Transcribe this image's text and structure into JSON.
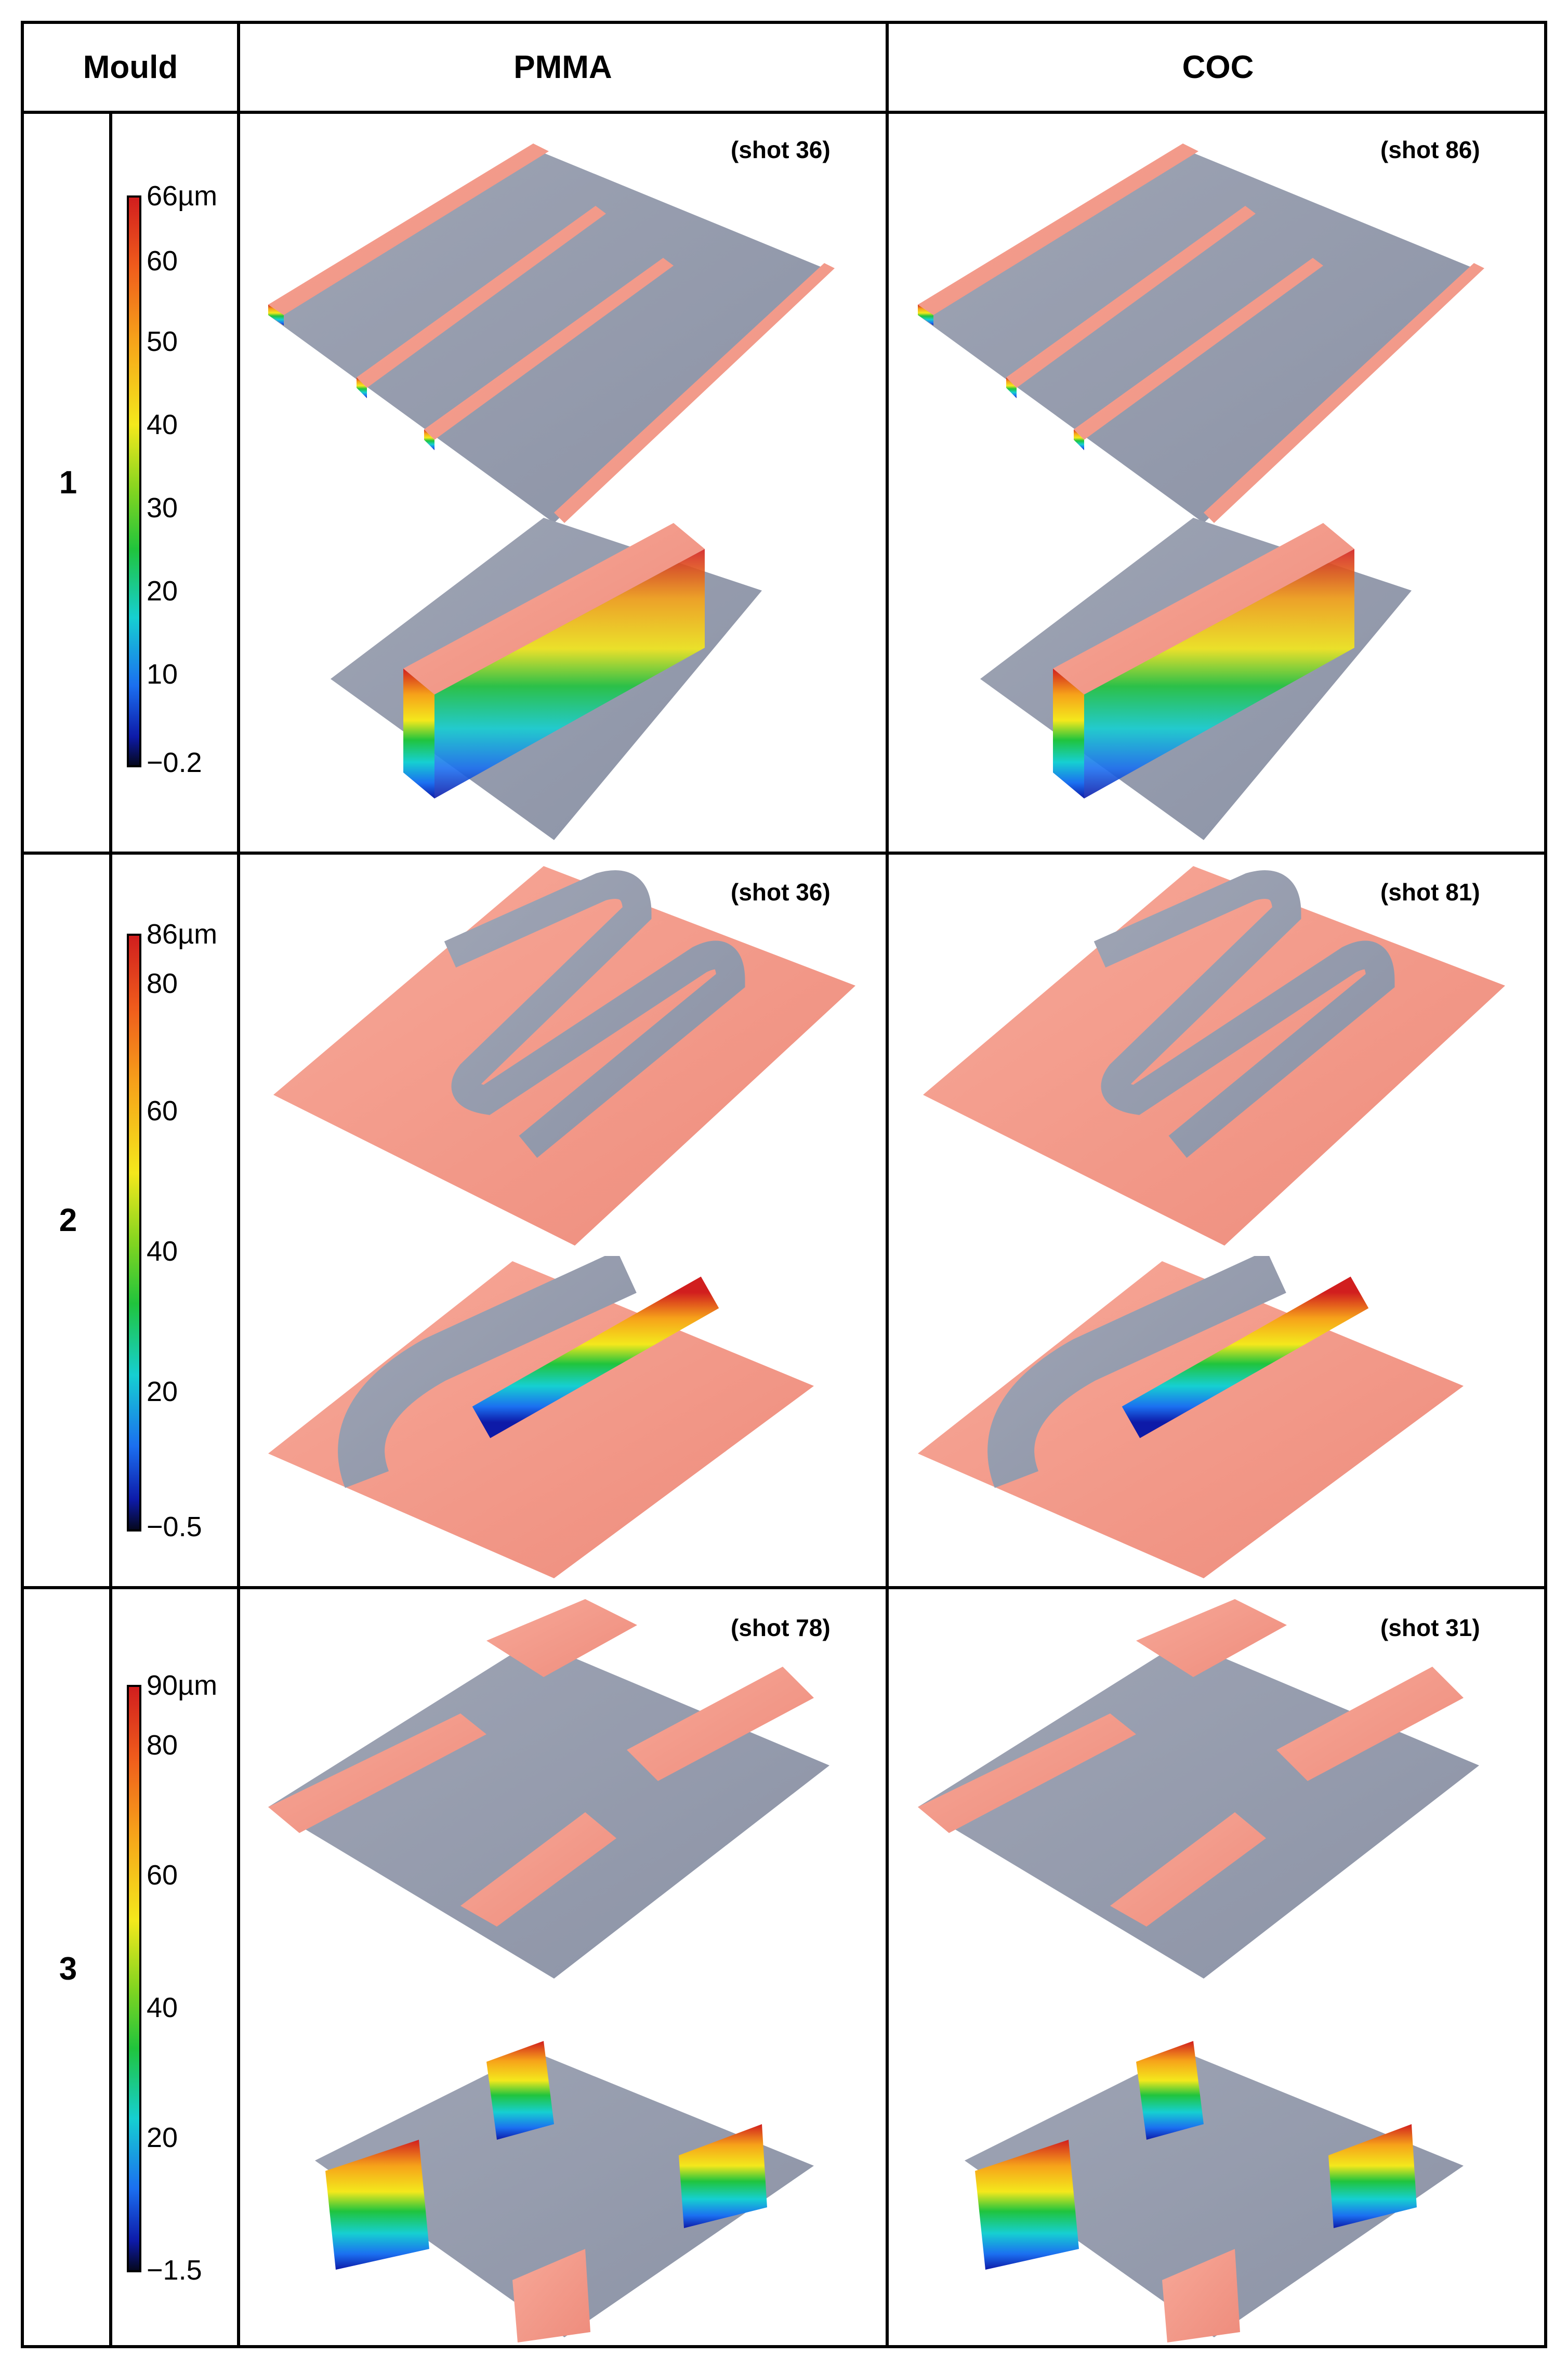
{
  "header": {
    "col1": "Mould",
    "col2": "PMMA",
    "col3": "COC"
  },
  "rows": [
    {
      "label": "1",
      "pmma_shot": "(shot 36)",
      "coc_shot": "(shot 86)",
      "scale": {
        "max": "66µm",
        "ticks": [
          "60",
          "50",
          "40",
          "30",
          "20",
          "10"
        ],
        "min": "−0.2"
      }
    },
    {
      "label": "2",
      "pmma_shot": "(shot 36)",
      "coc_shot": "(shot 81)",
      "scale": {
        "max": "86µm",
        "ticks": [
          "80",
          "60",
          "40",
          "20"
        ],
        "min": "−0.5"
      }
    },
    {
      "label": "3",
      "pmma_shot": "(shot 78)",
      "coc_shot": "(shot 31)",
      "scale": {
        "max": "90µm",
        "ticks": [
          "80",
          "60",
          "40",
          "20"
        ],
        "min": "−1.5"
      }
    }
  ],
  "colors": {
    "raised": "#f09a8a",
    "floor": "#9aa0b0",
    "border": "#000000"
  },
  "images": [
    "mould-1-pmma-overview",
    "mould-1-pmma-detail",
    "mould-1-coc-overview",
    "mould-1-coc-detail",
    "mould-2-pmma-overview",
    "mould-2-pmma-detail",
    "mould-2-coc-overview",
    "mould-2-coc-detail",
    "mould-3-pmma-overview",
    "mould-3-pmma-detail",
    "mould-3-coc-overview",
    "mould-3-coc-detail"
  ]
}
